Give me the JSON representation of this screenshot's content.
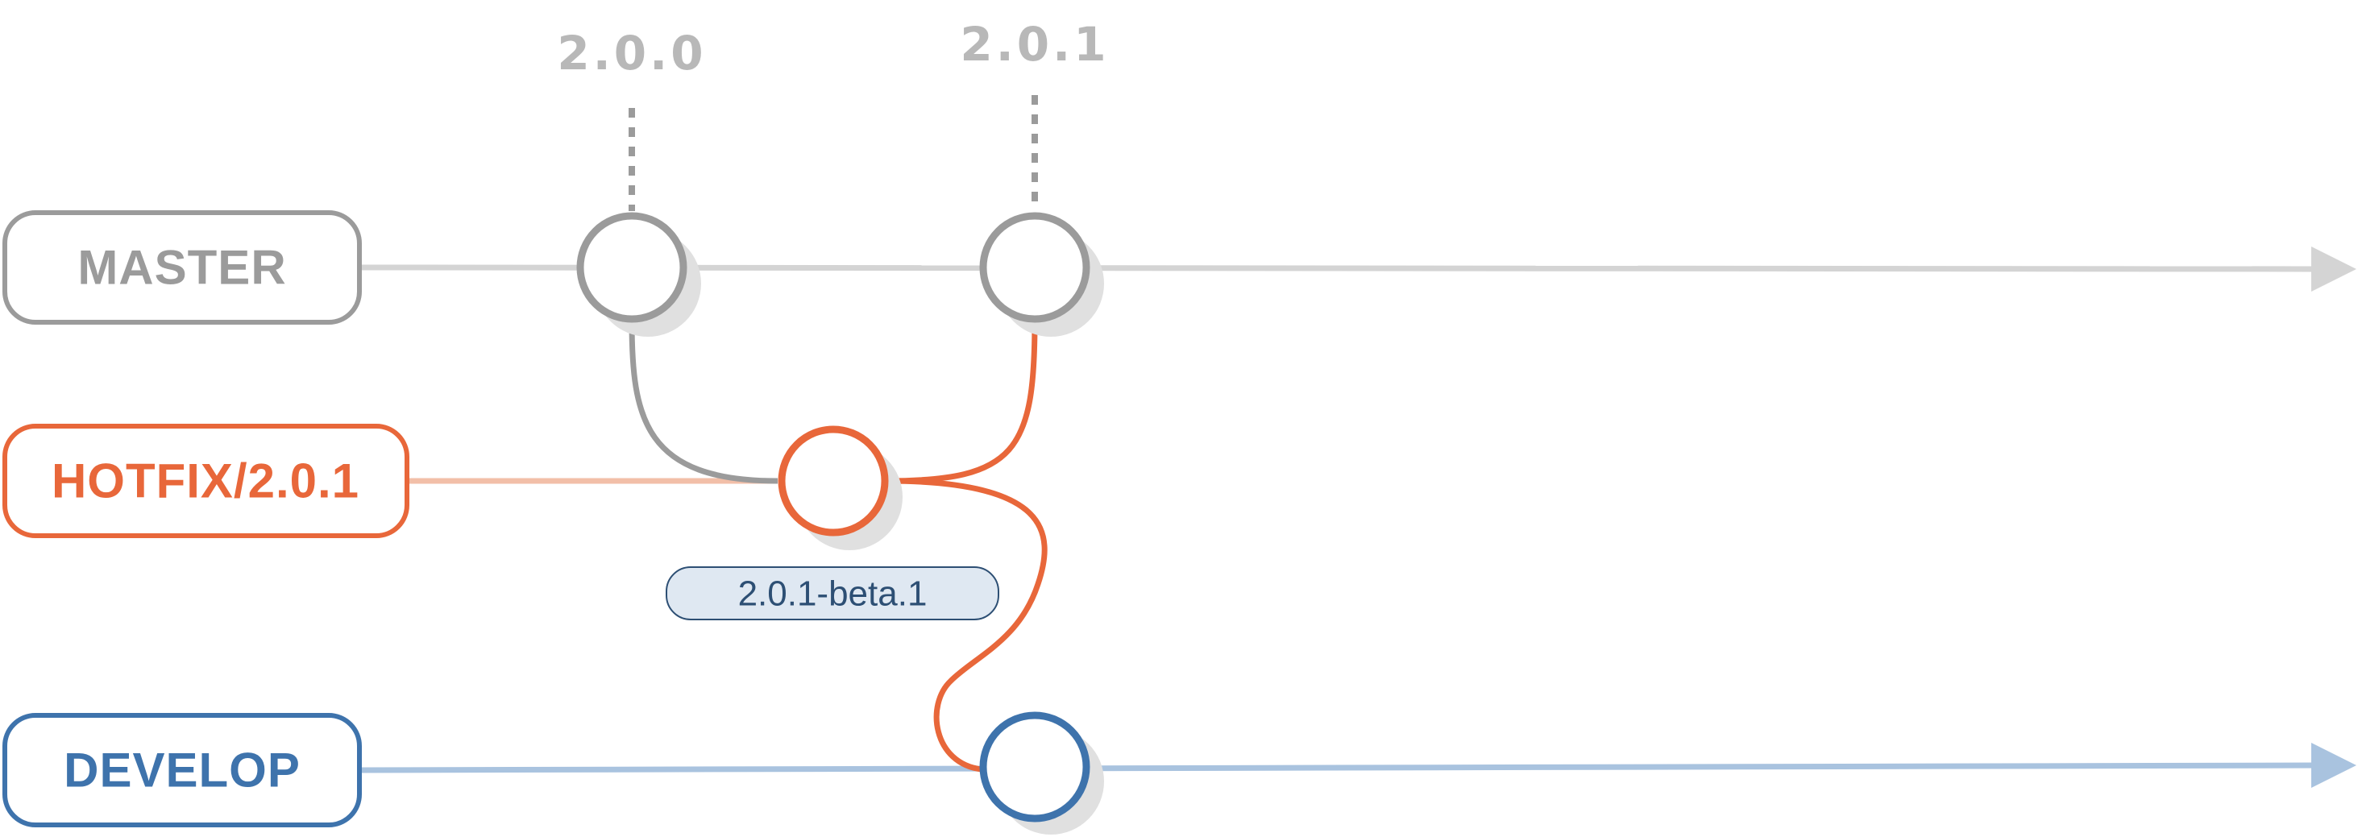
{
  "colors": {
    "master": "#9b9b9b",
    "master_line": "#d4d4d4",
    "hotfix": "#e8673a",
    "hotfix_line": "#f2bfa8",
    "develop": "#3e73ac",
    "develop_line": "#a9c3df",
    "tag_text": "#b8b8b8",
    "shadow": "#e0e0e0",
    "beta_fill": "#dfe8f2",
    "beta_text": "#2d4f74"
  },
  "branches": {
    "master": {
      "label": "MASTER"
    },
    "hotfix": {
      "label": "HOTFIX/2.0.1"
    },
    "develop": {
      "label": "DEVELOP"
    }
  },
  "tags": {
    "v200": "2.0.0",
    "v201": "2.0.1"
  },
  "badges": {
    "beta": "2.0.1-beta.1"
  }
}
